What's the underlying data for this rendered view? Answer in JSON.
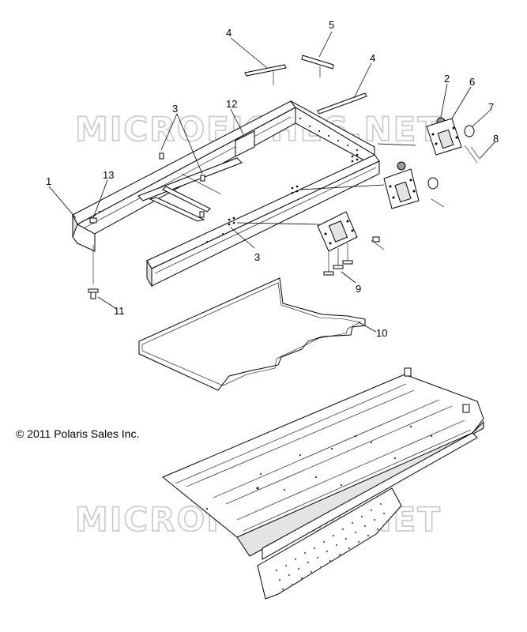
{
  "watermarks": [
    "MICROFICHES.NET",
    "MICROFICHES.NET"
  ],
  "copyright": "© 2011 Polaris Sales Inc.",
  "callouts": [
    "1",
    "2",
    "3",
    "3",
    "4",
    "4",
    "5",
    "6",
    "7",
    "8",
    "9",
    "10",
    "11",
    "12",
    "13"
  ],
  "colors": {
    "line": "#000000",
    "watermark": "#c8c8c8",
    "background": "#ffffff"
  }
}
